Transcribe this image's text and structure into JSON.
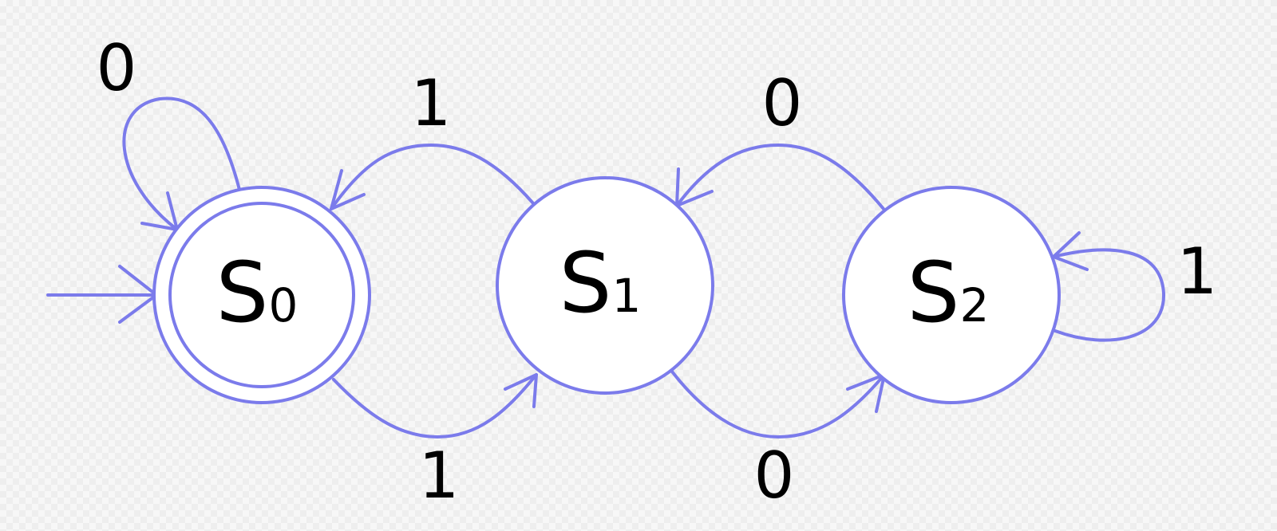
{
  "colors": {
    "stroke": "#7b7beb",
    "text": "#000000",
    "state_fill": "#ffffff"
  },
  "states": [
    {
      "id": "s0",
      "letter": "S",
      "sub": "0",
      "accepting": true,
      "initial": true
    },
    {
      "id": "s1",
      "letter": "S",
      "sub": "1",
      "accepting": false,
      "initial": false
    },
    {
      "id": "s2",
      "letter": "S",
      "sub": "2",
      "accepting": false,
      "initial": false
    }
  ],
  "transitions": [
    {
      "id": "s0-s0",
      "from": "S0",
      "to": "S0",
      "label": "0"
    },
    {
      "id": "s1-s0",
      "from": "S1",
      "to": "S0",
      "label": "1"
    },
    {
      "id": "s0-s1",
      "from": "S0",
      "to": "S1",
      "label": "1"
    },
    {
      "id": "s2-s1",
      "from": "S2",
      "to": "S1",
      "label": "0"
    },
    {
      "id": "s1-s2",
      "from": "S1",
      "to": "S2",
      "label": "0"
    },
    {
      "id": "s2-s2",
      "from": "S2",
      "to": "S2",
      "label": "1"
    }
  ]
}
